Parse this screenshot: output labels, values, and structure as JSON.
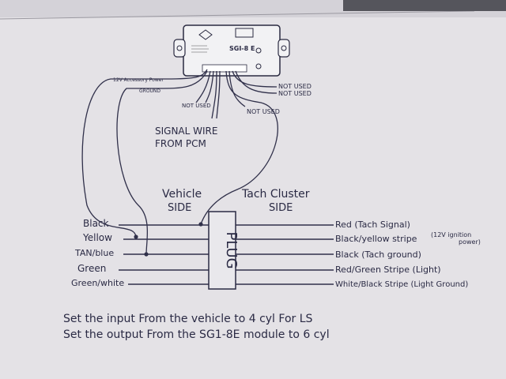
{
  "module": {
    "name": "SGI-8 E",
    "accessory_label": "12V Accessory Power",
    "ground_label": "GROUND"
  },
  "handwritten": {
    "not_used": [
      "NOT USED",
      "NOT USED",
      "NOT USED",
      "NOT USED"
    ],
    "signal_wire": [
      "SIGNAL WIRE",
      "FROM PCM"
    ],
    "vehicle_side": [
      "Vehicle",
      "SIDE"
    ],
    "tach_side": [
      "Tach Cluster",
      "SIDE"
    ],
    "plug": "PLUG"
  },
  "left_wires": [
    "Black",
    "Yellow",
    "TAN/blue",
    "Green",
    "Green/white"
  ],
  "right_wires": [
    "Red (Tach Signal)",
    "Black/yellow stripe",
    "Black (Tach ground)",
    "Red/Green Stripe (Light)",
    "White/Black Stripe (Light Ground)"
  ],
  "ignition_note": [
    "(12V ignition",
    "power)"
  ],
  "instructions": [
    "Set the input From the vehicle to 4 cyl For LS",
    "Set the output From the SG1-8E module to 6 cyl"
  ]
}
